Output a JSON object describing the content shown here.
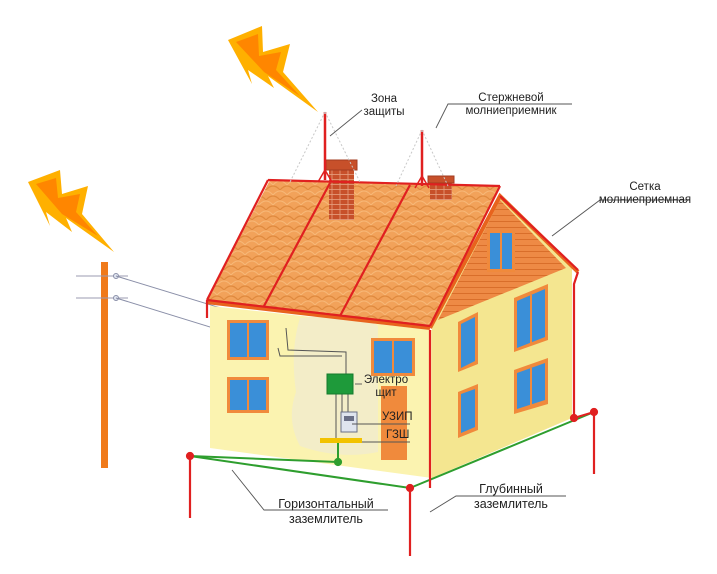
{
  "labels": {
    "protection_zone": [
      "Зона",
      "защиты"
    ],
    "rod_air_terminal": [
      "Стержневой",
      "молниеприемник"
    ],
    "air_terminal_mesh": [
      "Сетка",
      "молниеприемная"
    ],
    "switchboard": [
      "Электро",
      "щит"
    ],
    "spd": "УЗИП",
    "main_ground_bus": "ГЗШ",
    "horizontal_earth": [
      "Горизонтальный",
      "заземлитель"
    ],
    "deep_earth": [
      "Глубинный",
      "заземлитель"
    ]
  },
  "colors": {
    "lightning": "#ffb000",
    "conductor": "#e02020",
    "ground_wire": "#2e9e2e",
    "roof": "#f2a25a",
    "wall_front": "#fbf3b0",
    "wall_side": "#f4e690",
    "window": "#3a8fd8",
    "window_frame": "#f08a3c",
    "chimney": "#c7502a",
    "switchboard": "#1e9a3a",
    "pole": "#f07a1a"
  },
  "icons": [
    "lightning-bolt-icon",
    "lightning-bolt-icon"
  ]
}
